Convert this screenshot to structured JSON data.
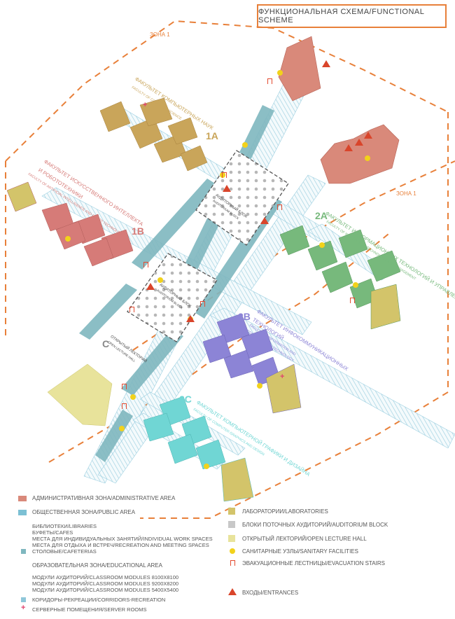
{
  "title": "ФУНКЦИОНАЛЬНАЯ СХЕМА/FUNCTIONAL SCHEME",
  "zones": {
    "zone1_top": "ЗОНА 1",
    "zone1_right": "ЗОНА 1"
  },
  "faculties": {
    "f1a": {
      "code": "1A",
      "ru": "ФАКУЛЬТЕТ КОМПЬЮТЕРНЫХ НАУК",
      "en": "FACULTY OF COMPUTER SCIENCE"
    },
    "f1b": {
      "code": "1B",
      "ru1": "ФАКУЛЬТЕТ ИСКУССТВЕННОГО ИНТЕЛЛЕКТА",
      "ru2": "И РОБОТОТЕХНИКИ",
      "en": "FACULTY OF ARTIFICIAL INTELLIGENCE AND ROBOT TECHNOLOGY"
    },
    "f2a": {
      "code": "2A",
      "ru": "ФАКУЛЬТЕТ ИНФОРМАЦИОННЫХ ТЕХНОЛОГИЙ И УПРАВЛЕНИЯ",
      "en": "FACULTY OF INFORMATION TECHNOLOGY AND MANAGEMENT"
    },
    "f2b": {
      "code": "2B",
      "ru1": "ФАКУЛЬТЕТ ИНФОКОММУНИКАЦИОННЫХ",
      "ru2": "ТЕХНОЛОГИЙ",
      "en1": "FACULTY OF INFORMATION AND",
      "en2": "COMMUNICATION TECHNOLOGY"
    },
    "f2c": {
      "code": "2C",
      "ru": "ФАКУЛЬТЕТ КОМПЬЮТЕРНОЙ ГРАФИКИ И ДИЗАЙНА",
      "en": "FACULTY OF COMPUTER GRAPHICS AND DESIGN"
    }
  },
  "blocks": {
    "a": {
      "ru": "АУДИТОРНЫЙ БЛОК",
      "en": "AUDITORIUM BLOCK"
    },
    "b": {
      "ru": "АУДИТОРНЫЙ БЛОК",
      "en": "AUDITORIUM BLOCK"
    },
    "c": {
      "code": "C",
      "ru": "ОТКРЫТЫЙ ЛЕКТОРИЙ",
      "en": "OPEN LECTURE HALL"
    }
  },
  "legend": {
    "admin": "АДМИНИСТРАТИВНАЯ ЗОНА/ADMINISTRATIVE AREA",
    "public": "ОБЩЕСТВЕННАЯ ЗОНА/PUBLIC AREA",
    "public_items": [
      "БИБЛИОТЕКИ/LIBRARIES",
      "БУФЕТЫ/CAFES",
      "МЕСТА ДЛЯ ИНДИВИДУАЛЬНЫХ ЗАНЯТИЙ/INDIVIDUAL WORK SPACES",
      "МЕСТА ДЛЯ ОТДЫХА И ВСТРЕЧ/RECREATION AND MEETING SPACES"
    ],
    "cafeterias": "СТОЛОВЫЕ/CAFETERIAS",
    "educational": "ОБРАЗОВАТЕЛЬНАЯ ЗОНА/EDUCATIONAL AREA",
    "edu_items": [
      "МОДУЛИ АУДИТОРИЙ/CLASSROOM MODULES 8100X8100",
      "МОДУЛИ АУДИТОРИЙ/CLASSROOM MODULES 9200X8200",
      "МОДУЛИ АУДИТОРИЙ/CLASSROOM MODULES 5400X5400"
    ],
    "corridors": "КОРИДОРЫ-РЕКРЕАЦИИ/CORRIDORS-RECREATION",
    "server": "СЕРВЕРНЫЕ ПОМЕЩЕНИЯ/SERVER ROOMS",
    "labs": "ЛАБОРАТОРИИ/LABORATORIES",
    "auditorium": "БЛОКИ ПОТОЧНЫХ АУДИТОРИЙ/AUDITORIUM BLOCK",
    "open_lecture": "ОТКРЫТЫЙ ЛЕКТОРИЙ/OPEN LECTURE HALL",
    "sanitary": "САНИТАРНЫЕ УЗЛЫ/SANITARY FACILITIES",
    "stairs": "ЭВАКУАЦИОННЫЕ ЛЕСТНИЦЫ/EVACUATION STAIRS",
    "entrances": "ВХОДЫ/ENTRANCES"
  },
  "colors": {
    "admin": "#d9897a",
    "public": "#7cc0d4",
    "cafeteria": "#7fb7bf",
    "f1a": "#c9a55a",
    "f1b": "#d67b78",
    "f2a": "#77b97c",
    "f2b": "#8c84d6",
    "f2c": "#70d6d4",
    "lab": "#d3c46a",
    "open_lecture": "#e8e39b",
    "zone": "#e8803a",
    "corridor": "#8fc7d9"
  }
}
